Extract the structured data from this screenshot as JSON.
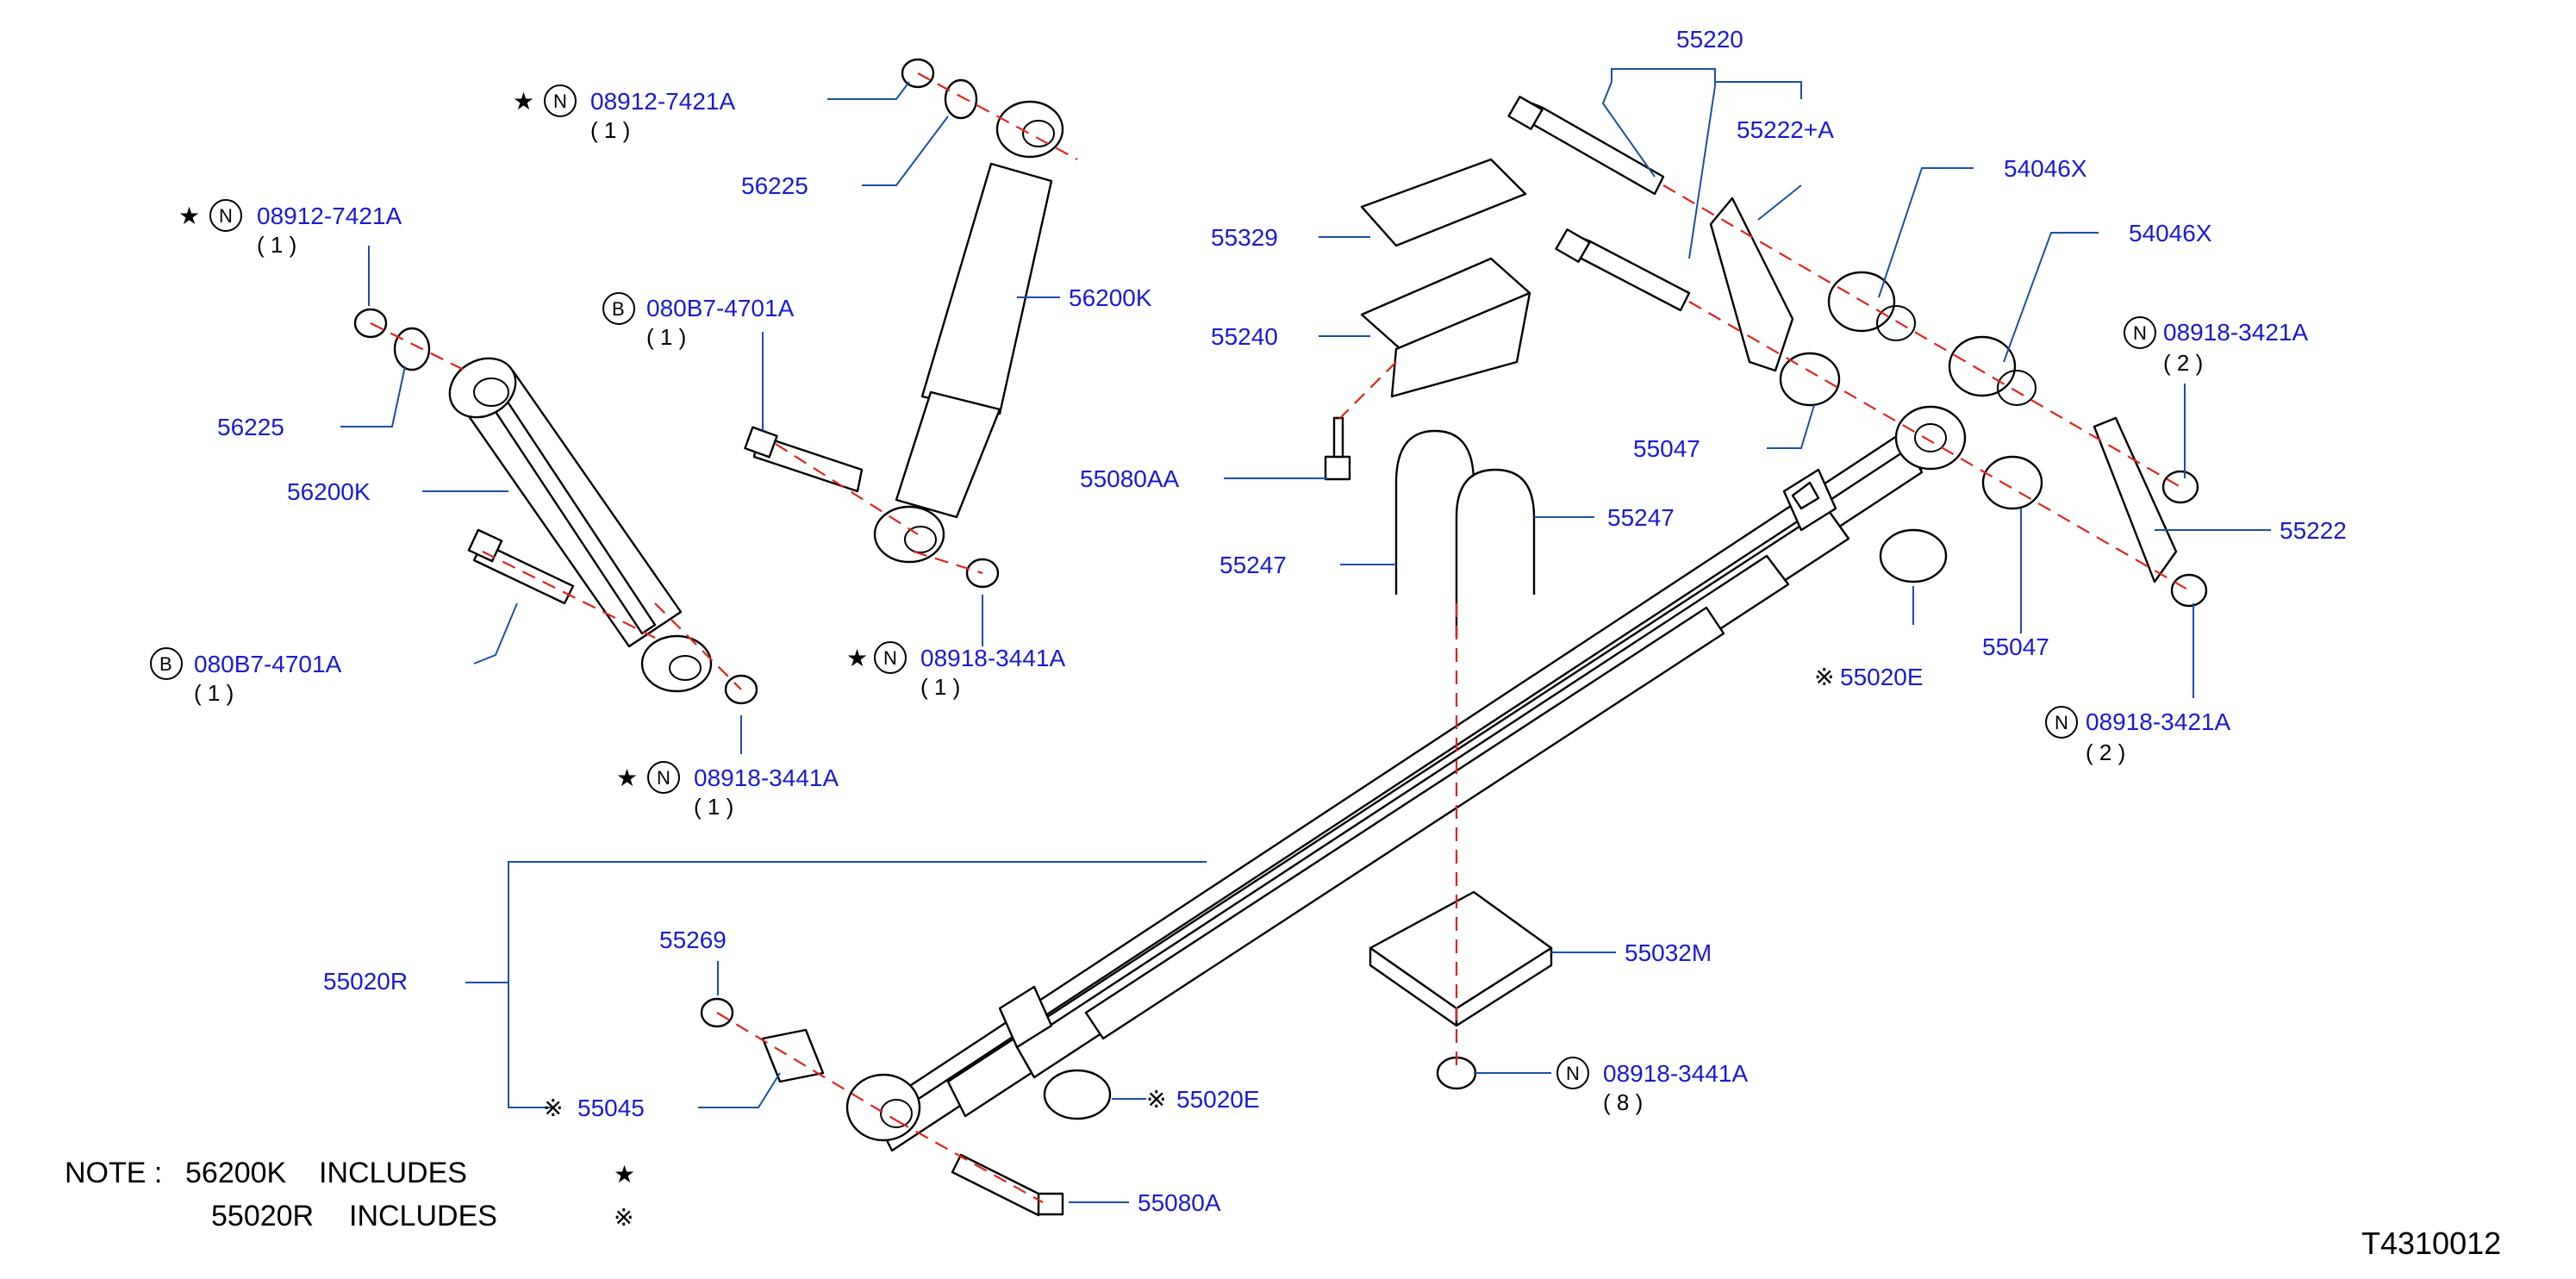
{
  "figure_id": "T4310012",
  "callouts": [
    {
      "label": "55220"
    },
    {
      "label": "55222+A"
    },
    {
      "label": "54046X"
    },
    {
      "label": "54046X"
    },
    {
      "label": "55329"
    },
    {
      "label": "55240"
    },
    {
      "label": "08918-3421A",
      "prefix": "N",
      "qty": "( 2 )"
    },
    {
      "label": "55047"
    },
    {
      "label": "55080AA"
    },
    {
      "label": "55247"
    },
    {
      "label": "55247"
    },
    {
      "label": "55222"
    },
    {
      "label": "55047"
    },
    {
      "label": "08918-3421A",
      "prefix": "N",
      "qty": "( 2 )"
    },
    {
      "label": "55020E",
      "marker": "※"
    },
    {
      "label": "08912-7421A",
      "prefix": "N",
      "marker": "★",
      "qty": "( 1 )"
    },
    {
      "label": "56225"
    },
    {
      "label": "56200K"
    },
    {
      "label": "08912-7421A",
      "prefix": "N",
      "marker": "★",
      "qty": "( 1 )"
    },
    {
      "label": "56225"
    },
    {
      "label": "56200K"
    },
    {
      "label": "080B7-4701A",
      "prefix": "B",
      "qty": "( 1 )"
    },
    {
      "label": "080B7-4701A",
      "prefix": "B",
      "qty": "( 1 )"
    },
    {
      "label": "08918-3441A",
      "prefix": "N",
      "marker": "★",
      "qty": "( 1 )"
    },
    {
      "label": "08918-3441A",
      "prefix": "N",
      "marker": "★",
      "qty": "( 1 )"
    },
    {
      "label": "55020R"
    },
    {
      "label": "55269"
    },
    {
      "label": "55045",
      "marker": "※"
    },
    {
      "label": "55020E",
      "marker": "※"
    },
    {
      "label": "55080A"
    },
    {
      "label": "55032M"
    },
    {
      "label": "08918-3441A",
      "prefix": "N",
      "qty": "( 8 )"
    }
  ],
  "note": {
    "prefix": "NOTE :",
    "lines": [
      {
        "part": "56200K",
        "word": "INCLUDES",
        "symbol": "★"
      },
      {
        "part": "55020R",
        "word": "INCLUDES",
        "symbol": "※"
      }
    ]
  }
}
